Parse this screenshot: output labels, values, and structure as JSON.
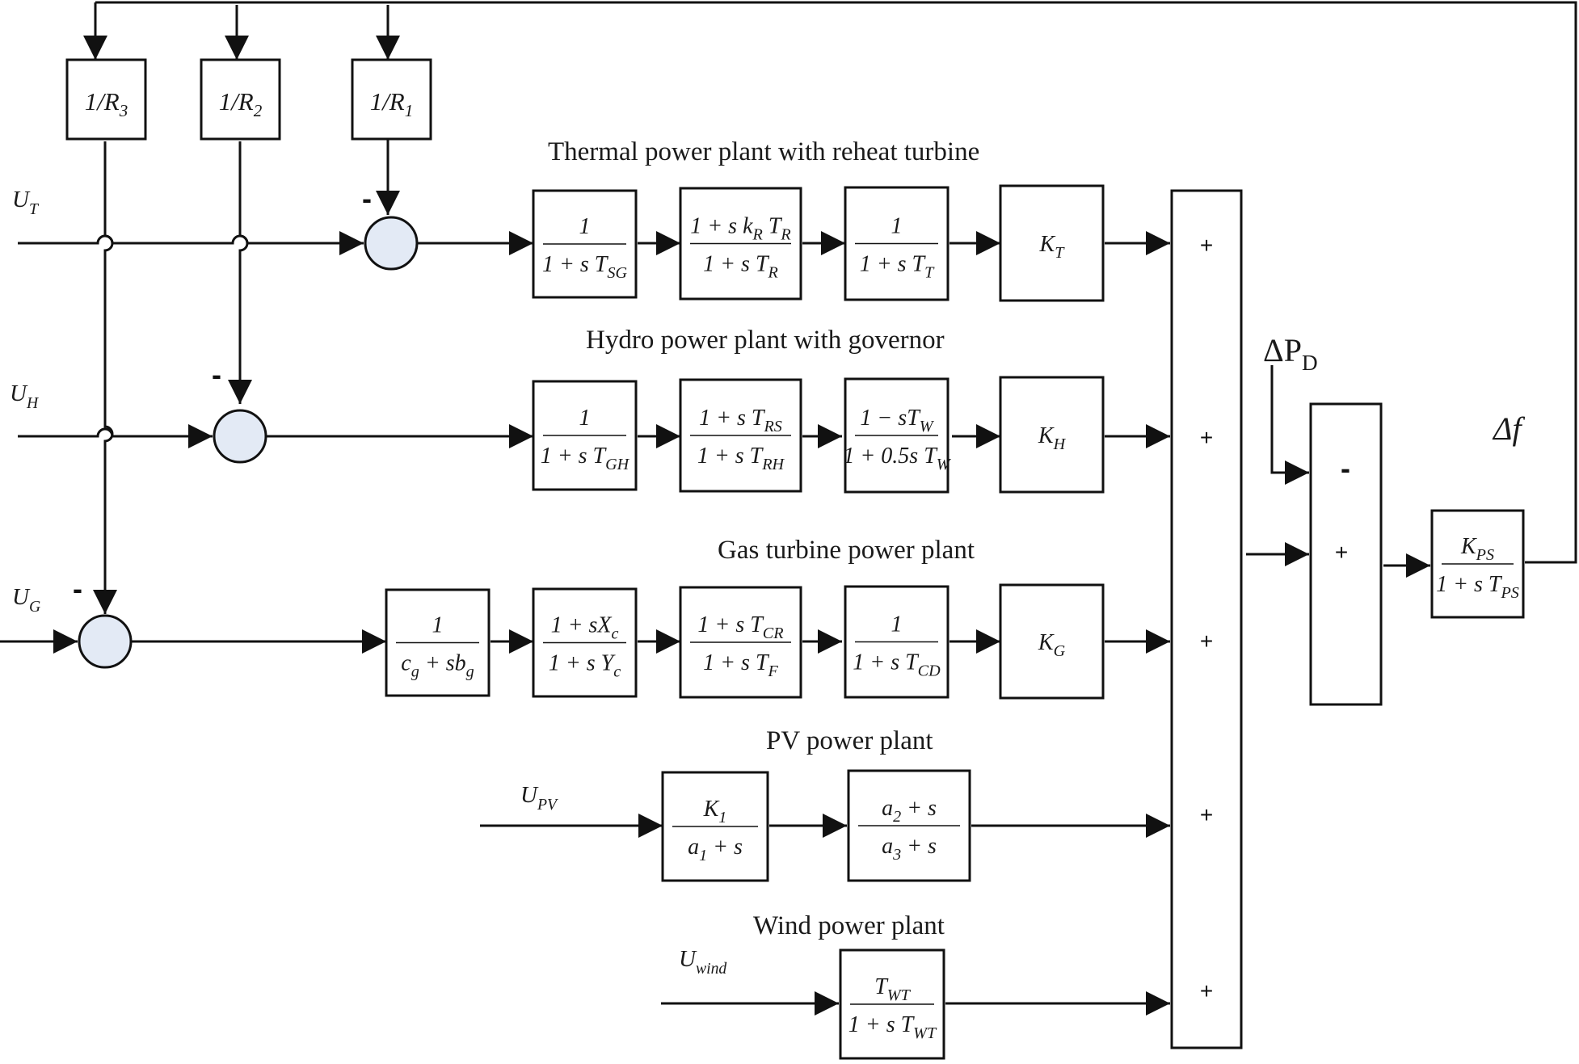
{
  "colors": {
    "summing_junction_fill": "#e3eaf5",
    "line": "#111111",
    "background": "#ffffff"
  },
  "titles": {
    "thermal": "Thermal power plant with reheat  turbine",
    "hydro": "Hydro power plant with governor",
    "gas": "Gas turbine power plant",
    "pv": "PV power plant",
    "wind": "Wind power plant"
  },
  "feedback_gains": {
    "r3": {
      "main": "1/R",
      "sub": "3"
    },
    "r2": {
      "main": "1/R",
      "sub": "2"
    },
    "r1": {
      "main": "1/R",
      "sub": "1"
    }
  },
  "inputs": {
    "ut": {
      "main": "U",
      "sub": "T"
    },
    "uh": {
      "main": "U",
      "sub": "H"
    },
    "ug": {
      "main": "U",
      "sub": "G"
    },
    "upv": {
      "main": "U",
      "sub": "PV"
    },
    "uwind": {
      "main": "U",
      "sub": "wind"
    }
  },
  "blocks": {
    "t_gov": {
      "num": [
        [
          "1",
          ""
        ]
      ],
      "den": [
        [
          "1 + s T",
          ""
        ],
        [
          "SG",
          "sub"
        ]
      ]
    },
    "t_rh": {
      "num": [
        [
          "1 + s k",
          ""
        ],
        [
          "R",
          "sub"
        ],
        [
          " T",
          ""
        ],
        [
          "R",
          "sub"
        ]
      ],
      "den": [
        [
          "1 + s T",
          ""
        ],
        [
          "R",
          "sub"
        ]
      ]
    },
    "t_tur": {
      "num": [
        [
          "1",
          ""
        ]
      ],
      "den": [
        [
          "1 + s T",
          ""
        ],
        [
          "T",
          "sub"
        ]
      ]
    },
    "t_gain": {
      "num": [
        [
          "K",
          ""
        ],
        [
          "T",
          "sub"
        ]
      ]
    },
    "h_gov": {
      "num": [
        [
          "1",
          ""
        ]
      ],
      "den": [
        [
          "1 + s T",
          ""
        ],
        [
          "GH",
          "sub"
        ]
      ]
    },
    "h_rs": {
      "num": [
        [
          "1 + s T",
          ""
        ],
        [
          "RS",
          "sub"
        ]
      ],
      "den": [
        [
          "1 + s T",
          ""
        ],
        [
          "RH",
          "sub"
        ]
      ]
    },
    "h_pen": {
      "num": [
        [
          "1 − sT",
          ""
        ],
        [
          "W",
          "sub"
        ]
      ],
      "den": [
        [
          "1 + 0.5s T",
          ""
        ],
        [
          "W",
          "sub"
        ]
      ]
    },
    "h_gain": {
      "num": [
        [
          "K",
          ""
        ],
        [
          "H",
          "sub"
        ]
      ]
    },
    "g_vp": {
      "num": [
        [
          "1",
          ""
        ]
      ],
      "den": [
        [
          "c",
          ""
        ],
        [
          "g",
          "sub"
        ],
        [
          " + sb",
          ""
        ],
        [
          "g",
          "sub"
        ]
      ]
    },
    "g_xy": {
      "num": [
        [
          "1 + sX",
          ""
        ],
        [
          "c",
          "sub"
        ]
      ],
      "den": [
        [
          "1 + s Y",
          ""
        ],
        [
          "c",
          "sub"
        ]
      ]
    },
    "g_cr": {
      "num": [
        [
          "1 + s T",
          ""
        ],
        [
          "CR",
          "sub"
        ]
      ],
      "den": [
        [
          "1 + s T",
          ""
        ],
        [
          "F",
          "sub"
        ]
      ]
    },
    "g_cd": {
      "num": [
        [
          "1",
          ""
        ]
      ],
      "den": [
        [
          "1 + s T",
          ""
        ],
        [
          "CD",
          "sub"
        ]
      ]
    },
    "g_gain": {
      "num": [
        [
          "K",
          ""
        ],
        [
          "G",
          "sub"
        ]
      ]
    },
    "pv1": {
      "num": [
        [
          "K",
          ""
        ],
        [
          "1",
          "sub"
        ]
      ],
      "den": [
        [
          "a",
          ""
        ],
        [
          "1",
          "sub"
        ],
        [
          " + s",
          ""
        ]
      ]
    },
    "pv2": {
      "num": [
        [
          "a",
          ""
        ],
        [
          "2",
          "sub"
        ],
        [
          " + s",
          ""
        ]
      ],
      "den": [
        [
          "a",
          ""
        ],
        [
          "3",
          "sub"
        ],
        [
          " + s",
          ""
        ]
      ]
    },
    "wind": {
      "num": [
        [
          "T",
          ""
        ],
        [
          "WT",
          "sub"
        ]
      ],
      "den": [
        [
          "1 + s T",
          ""
        ],
        [
          "WT",
          "sub"
        ]
      ]
    },
    "ps": {
      "num": [
        [
          "K",
          ""
        ],
        [
          "PS",
          "sub"
        ]
      ],
      "den": [
        [
          "1 + s T",
          ""
        ],
        [
          "PS",
          "sub"
        ]
      ]
    }
  },
  "signs": {
    "sum_plus": "+",
    "minus": "-"
  },
  "disturbance": {
    "main": "ΔP",
    "sub": "D"
  },
  "output": {
    "main": "Δf"
  }
}
